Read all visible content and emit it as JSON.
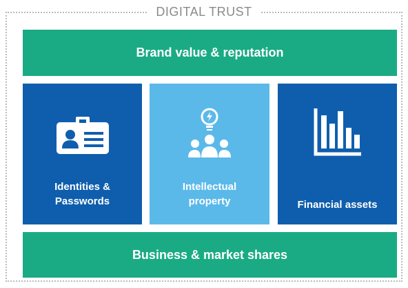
{
  "frame": {
    "title": "DIGITAL TRUST"
  },
  "top_bar": {
    "label": "Brand value & reputation"
  },
  "bottom_bar": {
    "label": "Business & market shares"
  },
  "cards": [
    {
      "label_line1": "Identities &",
      "label_line2": "Passwords",
      "icon": "id-card-icon"
    },
    {
      "label_line1": "Intellectual",
      "label_line2": "property",
      "icon": "team-idea-icon"
    },
    {
      "label_line1": "Financial assets",
      "icon": "bar-chart-icon"
    }
  ],
  "colors": {
    "green": "#1aab85",
    "dark_blue": "#0f5ead",
    "light_blue": "#5bb9ea",
    "frame_gray": "#b9b9b9"
  }
}
